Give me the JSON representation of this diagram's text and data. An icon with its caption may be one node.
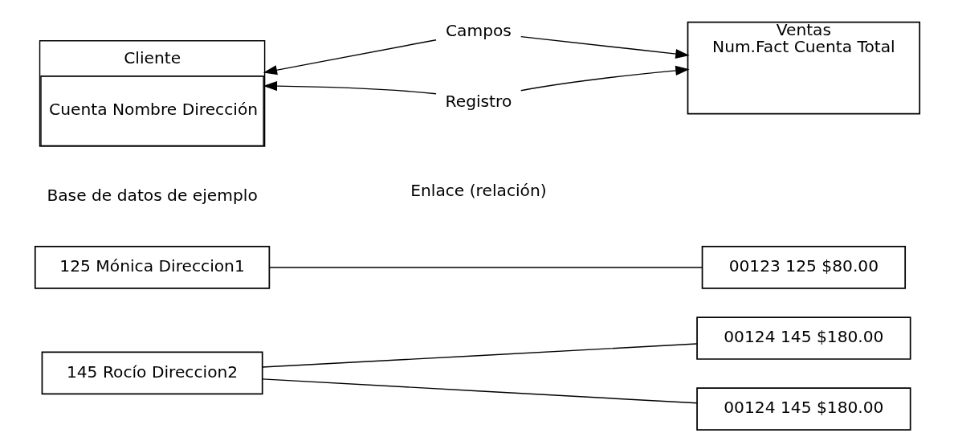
{
  "diagram": {
    "nodes": [
      {
        "text": [
          "Cliente",
          "Cuenta Nombre Dirección"
        ]
      },
      {
        "text": [
          "Registro"
        ]
      },
      {
        "text": [
          "Campos"
        ]
      },
      {
        "text": [
          "Ventas",
          "Num.Fact Cuenta Total"
        ]
      },
      {
        "text": [
          "125 Mónica Direccion1"
        ]
      },
      {
        "text": [
          "00123 125 $80.00"
        ]
      },
      {
        "text": [
          "00124 145 $180.00"
        ]
      },
      {
        "text": [
          "145 Rocío Direccion2"
        ]
      },
      {
        "text": [
          "00124 145 $180.00"
        ]
      }
    ],
    "edges": [
      {
        "from": 1,
        "to": 0,
        "arrow": "to"
      },
      {
        "from": 1,
        "to": 3,
        "arrow": "to"
      },
      {
        "from": 2,
        "to": 0,
        "arrow": "to"
      },
      {
        "from": 2,
        "to": 3,
        "arrow": "to"
      },
      {
        "from": 4,
        "to": 5,
        "arrow": "none"
      },
      {
        "from": 7,
        "to": 6,
        "arrow": "none"
      },
      {
        "from": 7,
        "to": 8,
        "arrow": "none"
      }
    ],
    "labels": [
      "Enlace (relación)",
      "Base de datos de ejemplo"
    ]
  }
}
